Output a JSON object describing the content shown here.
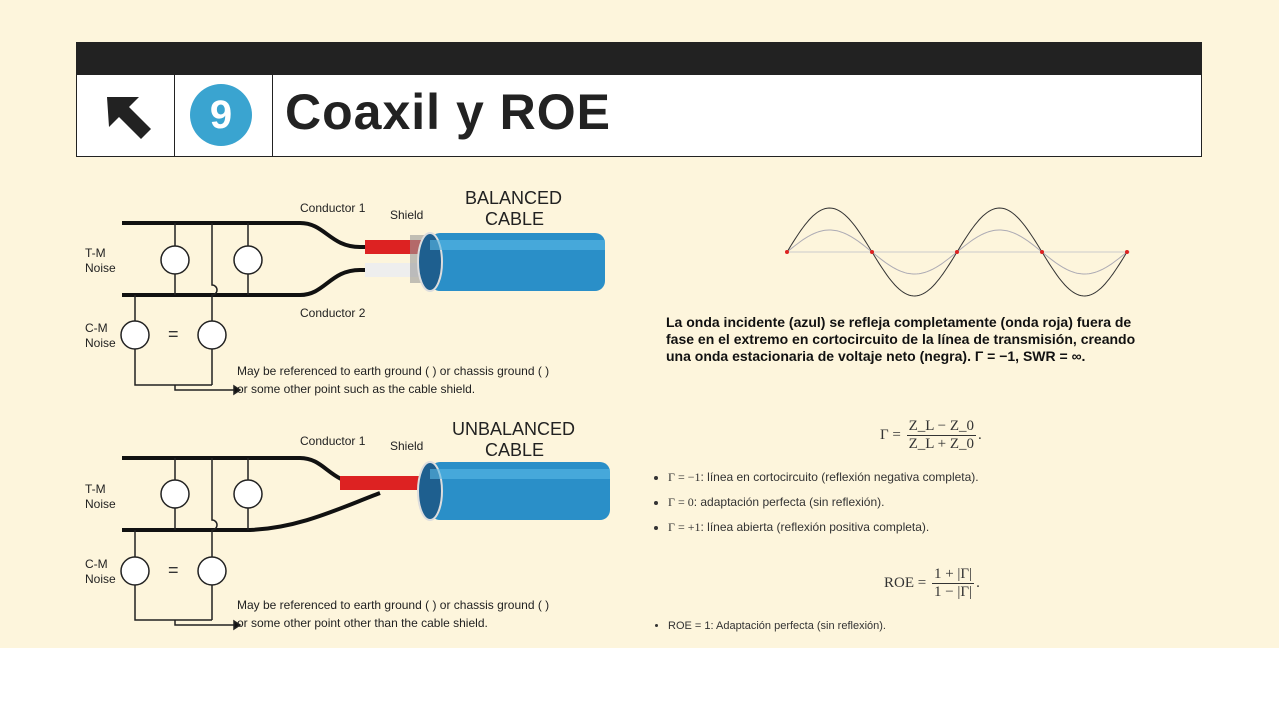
{
  "header": {
    "back_icon": "arrow-up-left-icon",
    "number": "9",
    "title": "Coaxil y ROE"
  },
  "balanced": {
    "title1": "BALANCED",
    "title2": "CABLE",
    "conductor1": "Conductor 1",
    "conductor2": "Conductor 2",
    "shield": "Shield",
    "tm1": "T-M",
    "tm2": "Noise",
    "cm1": "C-M",
    "cm2": "Noise",
    "note1": "May be referenced to earth ground (   ) or chassis ground (      )",
    "note2": "or some other point such as the cable shield."
  },
  "unbalanced": {
    "title1": "UNBALANCED",
    "title2": "CABLE",
    "conductor1": "Conductor 1",
    "shield": "Shield",
    "tm1": "T-M",
    "tm2": "Noise",
    "cm1": "C-M",
    "cm2": "Noise",
    "note1": "May be referenced to earth ground (   ) or chassis ground (      )",
    "note2": "or some other point other than the cable shield."
  },
  "description": "La onda incidente (azul) se refleja completamente (onda roja) fuera de fase en el extremo en cortocircuito de la línea de transmisión, creando una onda estacionaria de voltaje neto (negra). Γ = −1, SWR = ∞.",
  "gamma_formula": {
    "lhs": "Γ =",
    "num": "Z_L − Z_0",
    "den": "Z_L + Z_0"
  },
  "gamma_cases": [
    {
      "math": "Γ = −1",
      "text": ": línea en cortocircuito (reflexión negativa completa)."
    },
    {
      "math": "Γ = 0",
      "text": ": adaptación perfecta (sin reflexión)."
    },
    {
      "math": "Γ = +1",
      "text": ": línea abierta (reflexión positiva completa)."
    }
  ],
  "roe_formula": {
    "lhs": "ROE =",
    "num": "1 + |Γ|",
    "den": "1 − |Γ|"
  },
  "roe_cases": [
    {
      "text": "ROE = 1: Adaptación perfecta (sin reflexión)."
    }
  ]
}
